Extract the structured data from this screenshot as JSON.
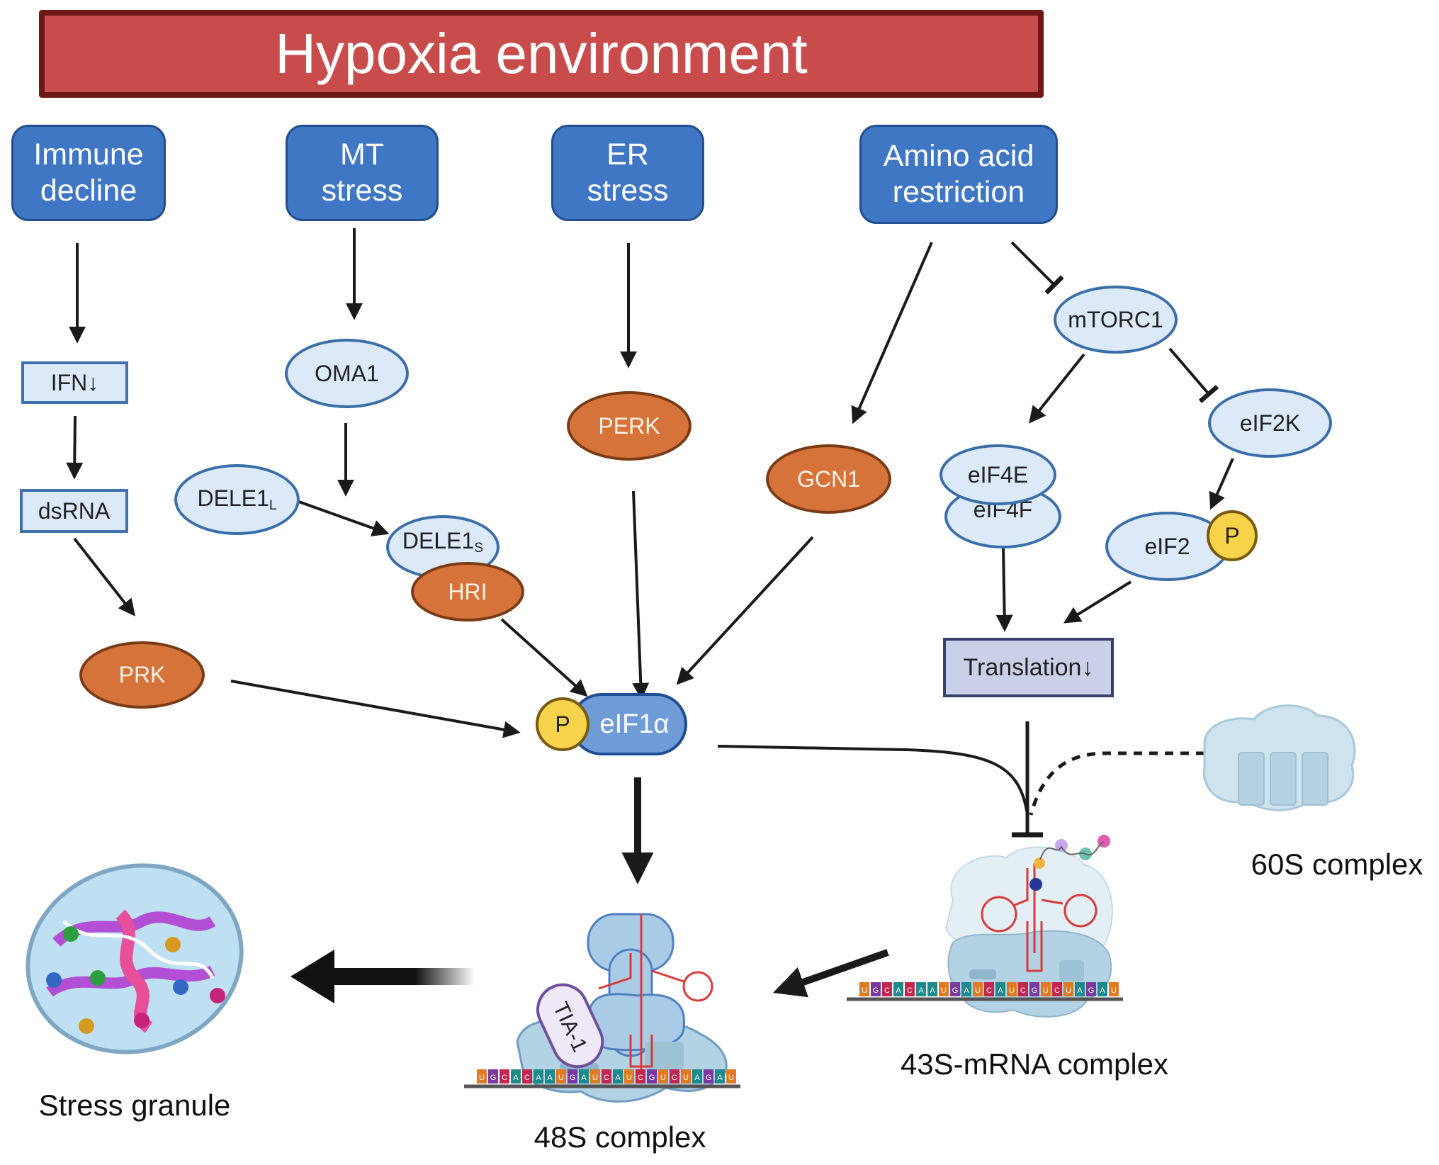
{
  "title": "Hypoxia environment",
  "stimuli": [
    {
      "id": "immune",
      "label_line1": "Immune",
      "label_line2": "decline"
    },
    {
      "id": "mt",
      "label_line1": "MT",
      "label_line2": "stress"
    },
    {
      "id": "er",
      "label_line1": "ER",
      "label_line2": "stress"
    },
    {
      "id": "amino",
      "label_line1": "Amino acid",
      "label_line2": "restriction"
    }
  ],
  "nodes": {
    "ifn": "IFN↓",
    "dsrna": "dsRNA",
    "prk": "PRK",
    "oma1": "OMA1",
    "dele1l_base": "DELE1",
    "dele1l_sub": "L",
    "dele1s_base": "DELE1",
    "dele1s_sub": "S",
    "hri": "HRI",
    "perk": "PERK",
    "gcn1": "GCN1",
    "mtorc1": "mTORC1",
    "eif4e": "eIF4E",
    "eif4f": "eIF4F",
    "eif2k": "eIF2K",
    "eif2": "eIF2",
    "phospho": "P",
    "eif1a": "eIF1α",
    "translation": "Translation↓",
    "tia1": "TIA-1"
  },
  "complexes": {
    "sg": "Stress granule",
    "c48s": "48S complex",
    "c43s": "43S-mRNA complex",
    "c60s": "60S complex"
  },
  "edges": [
    {
      "from": "Immune decline",
      "to": "IFN↓",
      "type": "activation"
    },
    {
      "from": "IFN↓",
      "to": "dsRNA",
      "type": "activation"
    },
    {
      "from": "dsRNA",
      "to": "PRK",
      "type": "activation"
    },
    {
      "from": "PRK",
      "to": "eIF1α",
      "type": "activation"
    },
    {
      "from": "MT stress",
      "to": "OMA1",
      "type": "activation"
    },
    {
      "from": "OMA1",
      "to": "DELE1S",
      "type": "activation"
    },
    {
      "from": "DELE1L",
      "to": "DELE1S",
      "type": "activation"
    },
    {
      "from": "HRI",
      "to": "eIF1α",
      "type": "activation"
    },
    {
      "from": "ER stress",
      "to": "PERK",
      "type": "activation"
    },
    {
      "from": "PERK",
      "to": "eIF1α",
      "type": "activation"
    },
    {
      "from": "Amino acid restriction",
      "to": "GCN1",
      "type": "activation"
    },
    {
      "from": "GCN1",
      "to": "eIF1α",
      "type": "activation"
    },
    {
      "from": "Amino acid restriction",
      "to": "mTORC1",
      "type": "inhibition"
    },
    {
      "from": "mTORC1",
      "to": "eIF4E",
      "type": "activation"
    },
    {
      "from": "mTORC1",
      "to": "eIF2K",
      "type": "inhibition"
    },
    {
      "from": "eIF2K",
      "to": "eIF2",
      "type": "activation"
    },
    {
      "from": "eIF4F",
      "to": "Translation↓",
      "type": "activation"
    },
    {
      "from": "eIF2",
      "to": "Translation↓",
      "type": "activation"
    },
    {
      "from": "Translation↓",
      "to": "43S-mRNA complex",
      "type": "inhibition"
    },
    {
      "from": "eIF1α",
      "to": "43S-mRNA complex",
      "type": "inhibition"
    },
    {
      "from": "60S complex",
      "to": "43S-mRNA complex",
      "type": "dashed"
    },
    {
      "from": "eIF1α",
      "to": "48S complex",
      "type": "activation-bold"
    },
    {
      "from": "43S-mRNA complex",
      "to": "48S complex",
      "type": "activation-bold"
    },
    {
      "from": "48S complex",
      "to": "Stress granule",
      "type": "activation-bold"
    }
  ],
  "mrna_sequence": "UGCACAAUGAUCAUCGUCUAGAU"
}
